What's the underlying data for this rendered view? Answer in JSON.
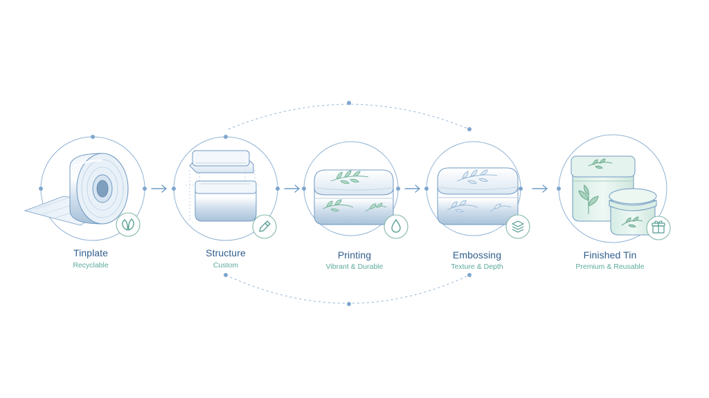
{
  "colors": {
    "outline": "#6d9bc6",
    "dash": "#8fb2d4",
    "title_text": "#2f5d8c",
    "subtitle_text": "#5aa99a",
    "leaf": "#7bb79f",
    "badge_icon": "#4f9a8d"
  },
  "steps": [
    {
      "title": "Tinplate",
      "subtitle": "Recyclable",
      "badge_icon": "leaf-icon"
    },
    {
      "title": "Structure",
      "subtitle": "Custom",
      "badge_icon": "pencil-icon"
    },
    {
      "title": "Printing",
      "subtitle": "Vibrant & Durable",
      "badge_icon": "drop-icon"
    },
    {
      "title": "Embossing",
      "subtitle": "Texture & Depth",
      "badge_icon": "layers-icon"
    },
    {
      "title": "Finished Tin",
      "subtitle": "Premium & Reusable",
      "badge_icon": "gift-icon"
    }
  ]
}
